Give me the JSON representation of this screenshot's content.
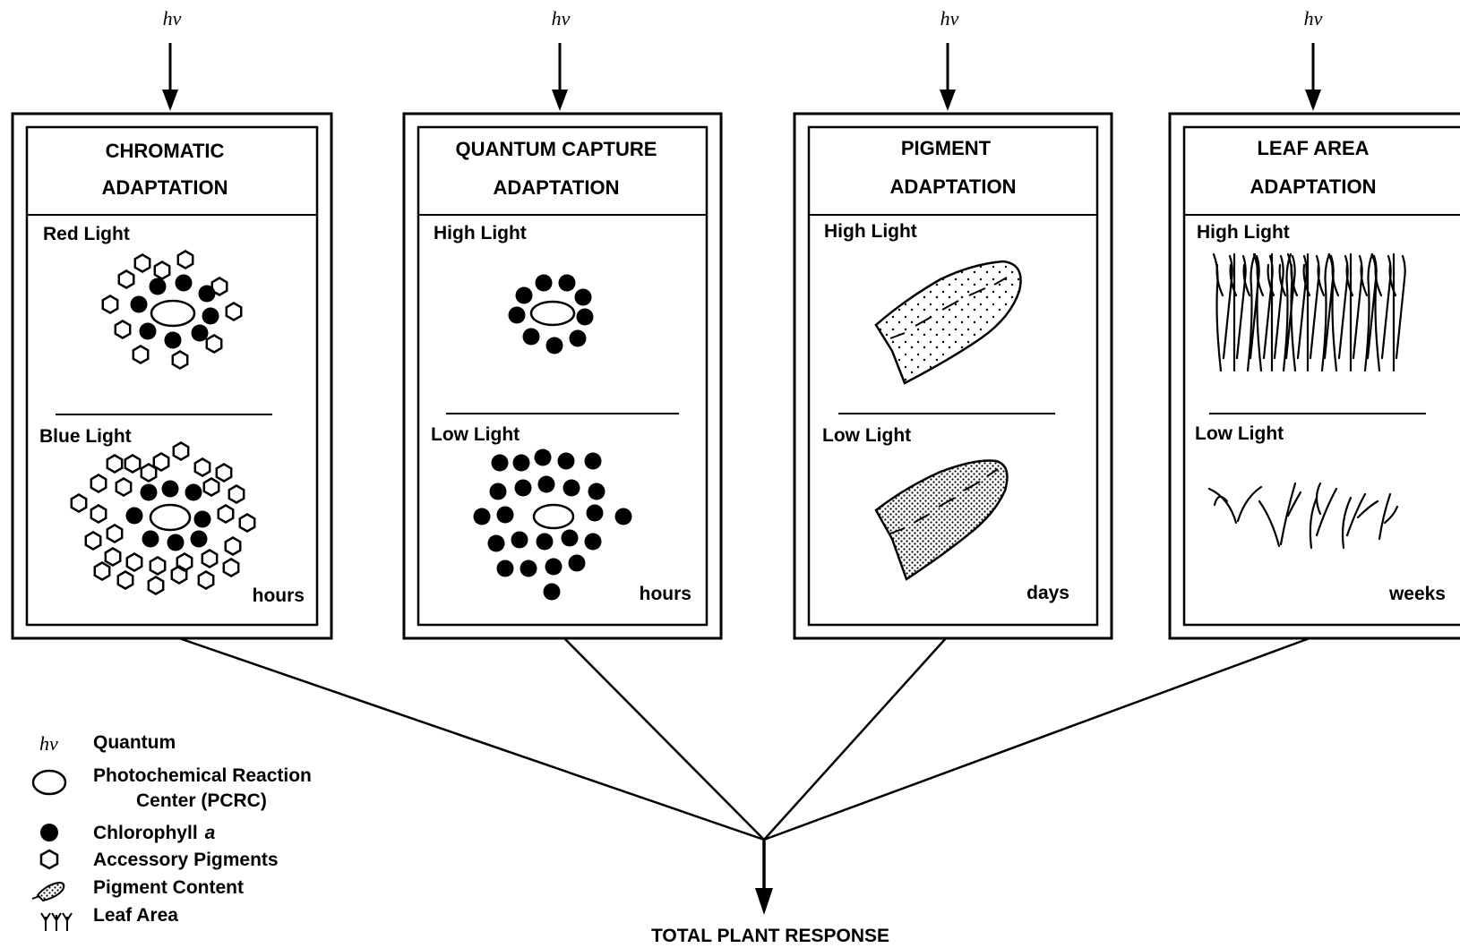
{
  "quantum_symbol": "hv",
  "panels": [
    {
      "title_line1": "CHROMATIC",
      "title_line2": "ADAPTATION",
      "top_label": "Red Light",
      "bottom_label": "Blue Light",
      "timescale": "hours"
    },
    {
      "title_line1": "QUANTUM  CAPTURE",
      "title_line2": "ADAPTATION",
      "top_label": "High Light",
      "bottom_label": "Low Light",
      "timescale": "hours"
    },
    {
      "title_line1": "PIGMENT",
      "title_line2": "ADAPTATION",
      "top_label": "High Light",
      "bottom_label": "Low Light",
      "timescale": "days"
    },
    {
      "title_line1": "LEAF AREA",
      "title_line2": "ADAPTATION",
      "top_label": "High Light",
      "bottom_label": "Low Light",
      "timescale": "weeks"
    }
  ],
  "result": "TOTAL PLANT RESPONSE",
  "legend": {
    "quantum_symbol": "hv",
    "quantum": "Quantum",
    "pcrc_line1": "Photochemical Reaction",
    "pcrc_line2": "Center (PCRC)",
    "chlorophyll": "Chlorophyll",
    "chlorophyll_suffix": "a",
    "accessory": "Accessory Pigments",
    "pigment_content": "Pigment Content",
    "leaf_area": "Leaf Area"
  }
}
